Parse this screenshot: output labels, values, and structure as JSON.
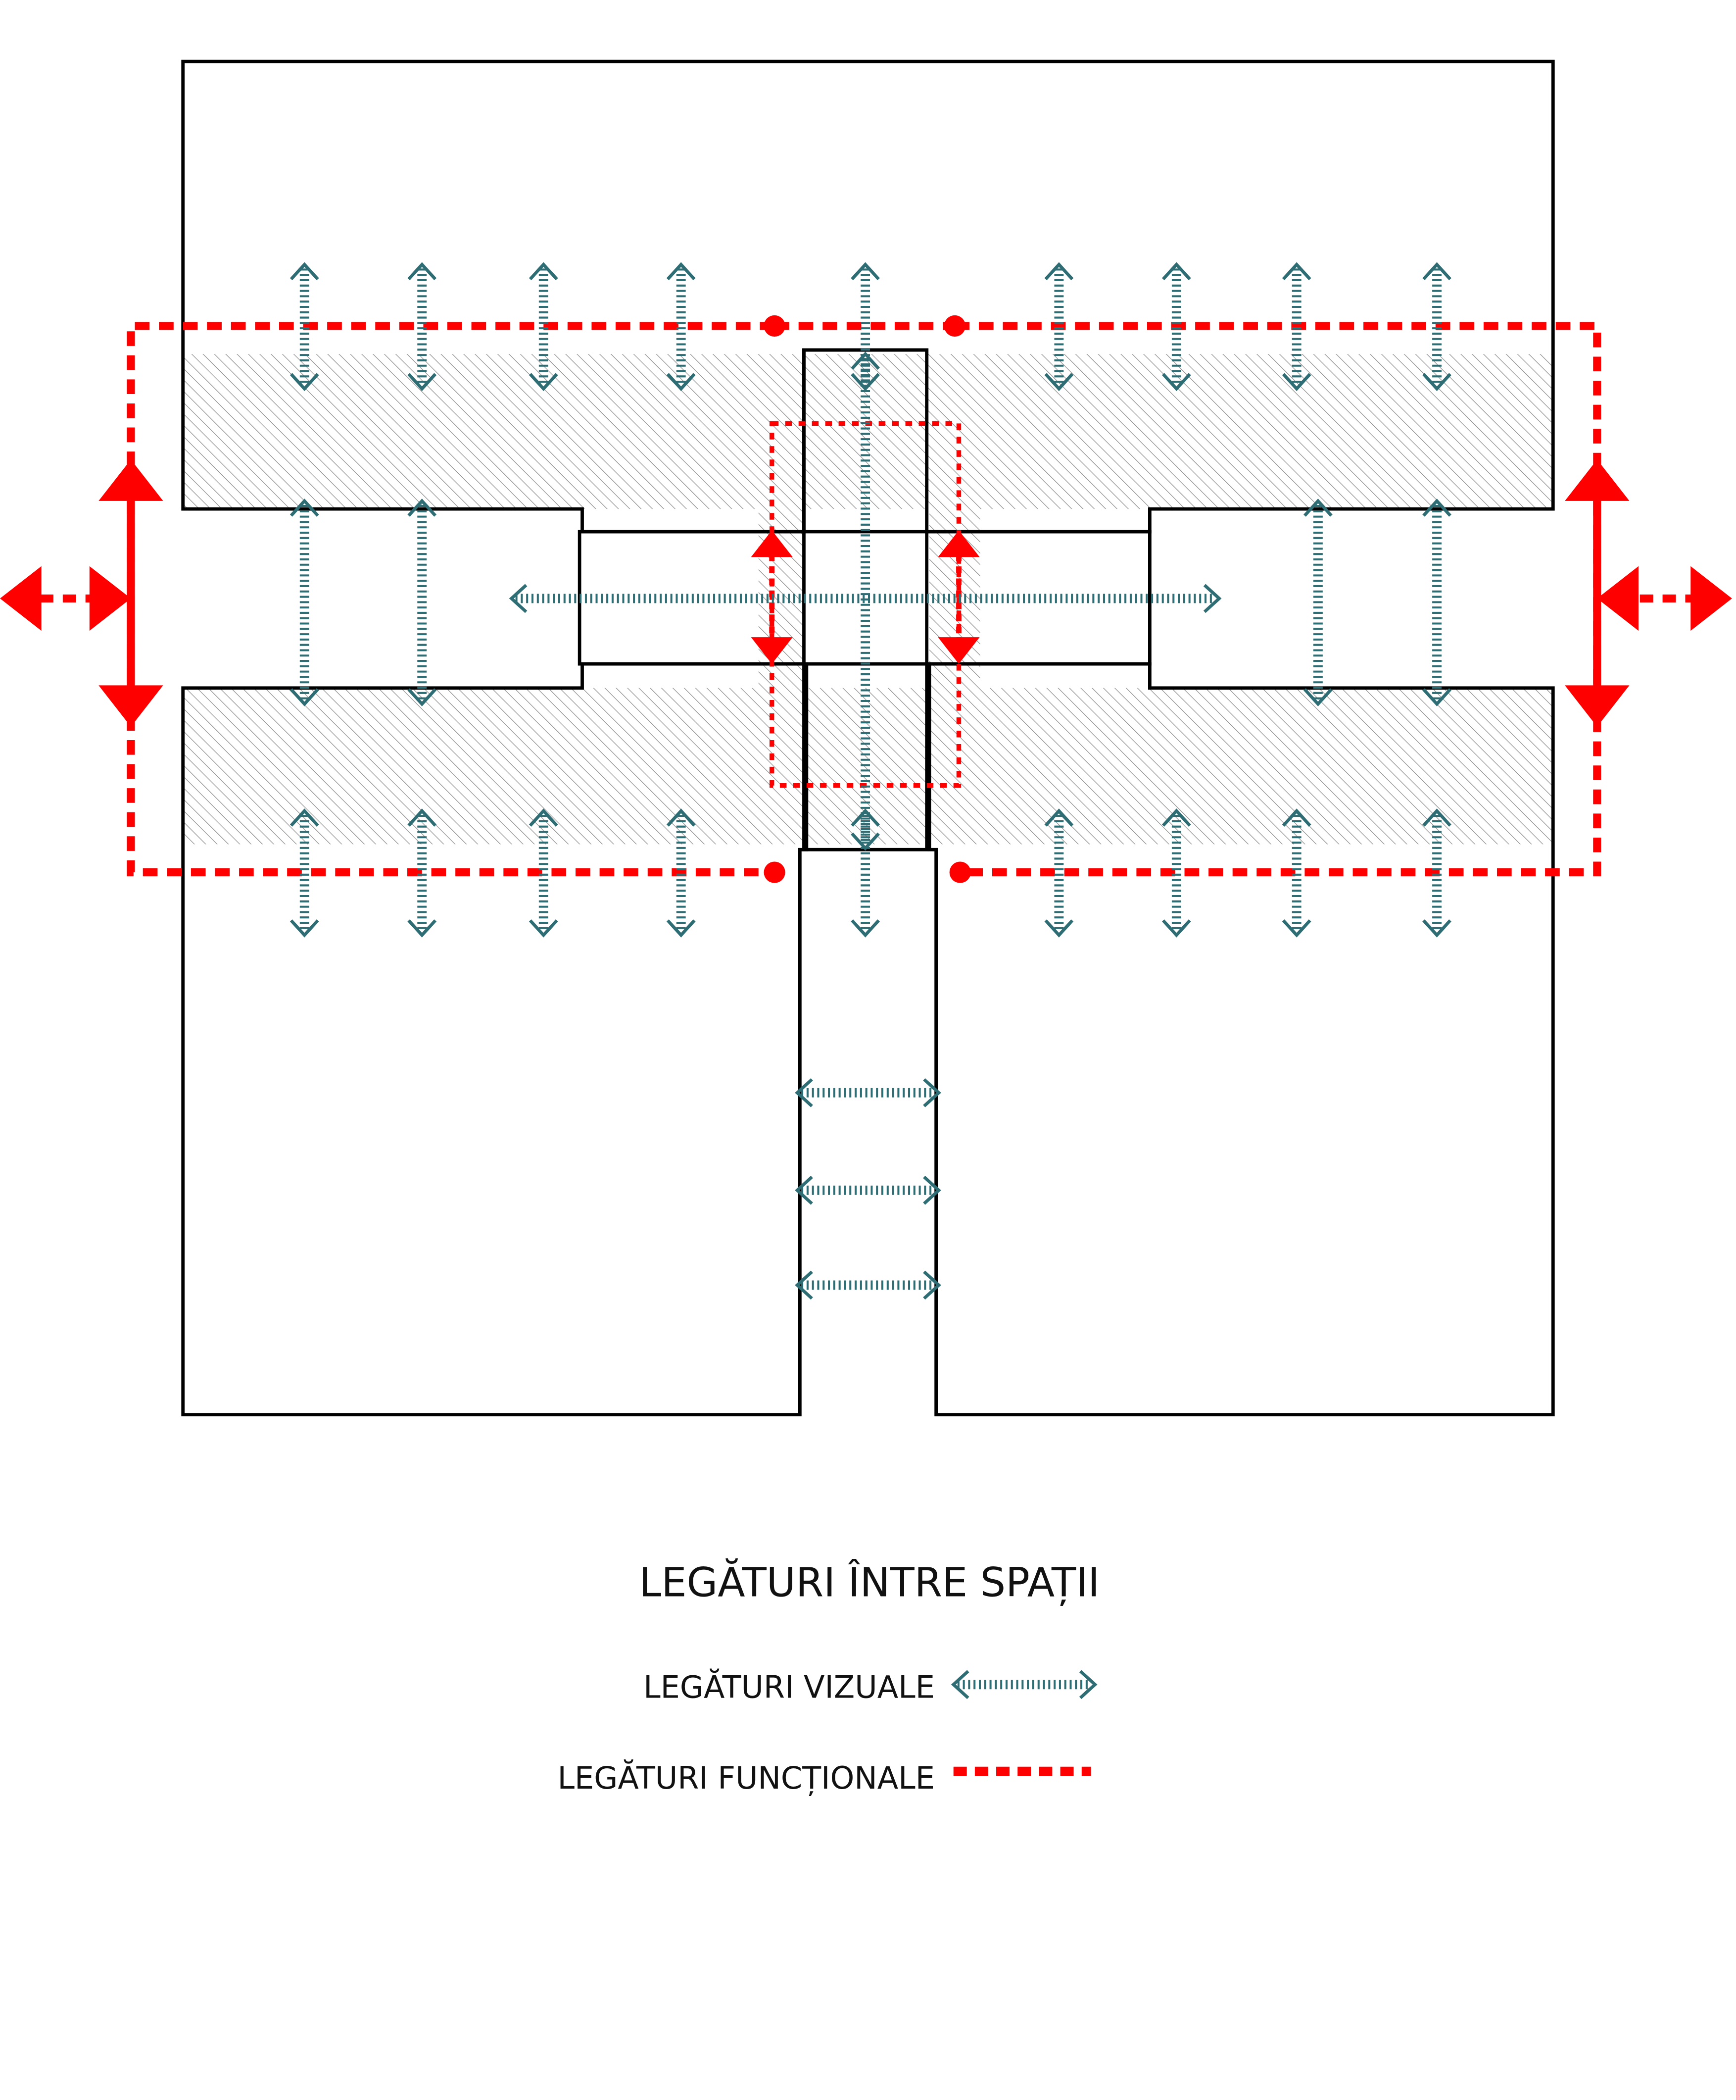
{
  "title": "LEGĂTURI ÎNTRE SPAȚII",
  "legend": {
    "visual_label": "LEGĂTURI VIZUALE",
    "functional_label": "LEGĂTURI FUNCȚIONALE"
  },
  "colors": {
    "visual": "#2e6d74",
    "functional": "#ff0000",
    "outline": "#000000",
    "hatch": "#8a8a8a"
  }
}
